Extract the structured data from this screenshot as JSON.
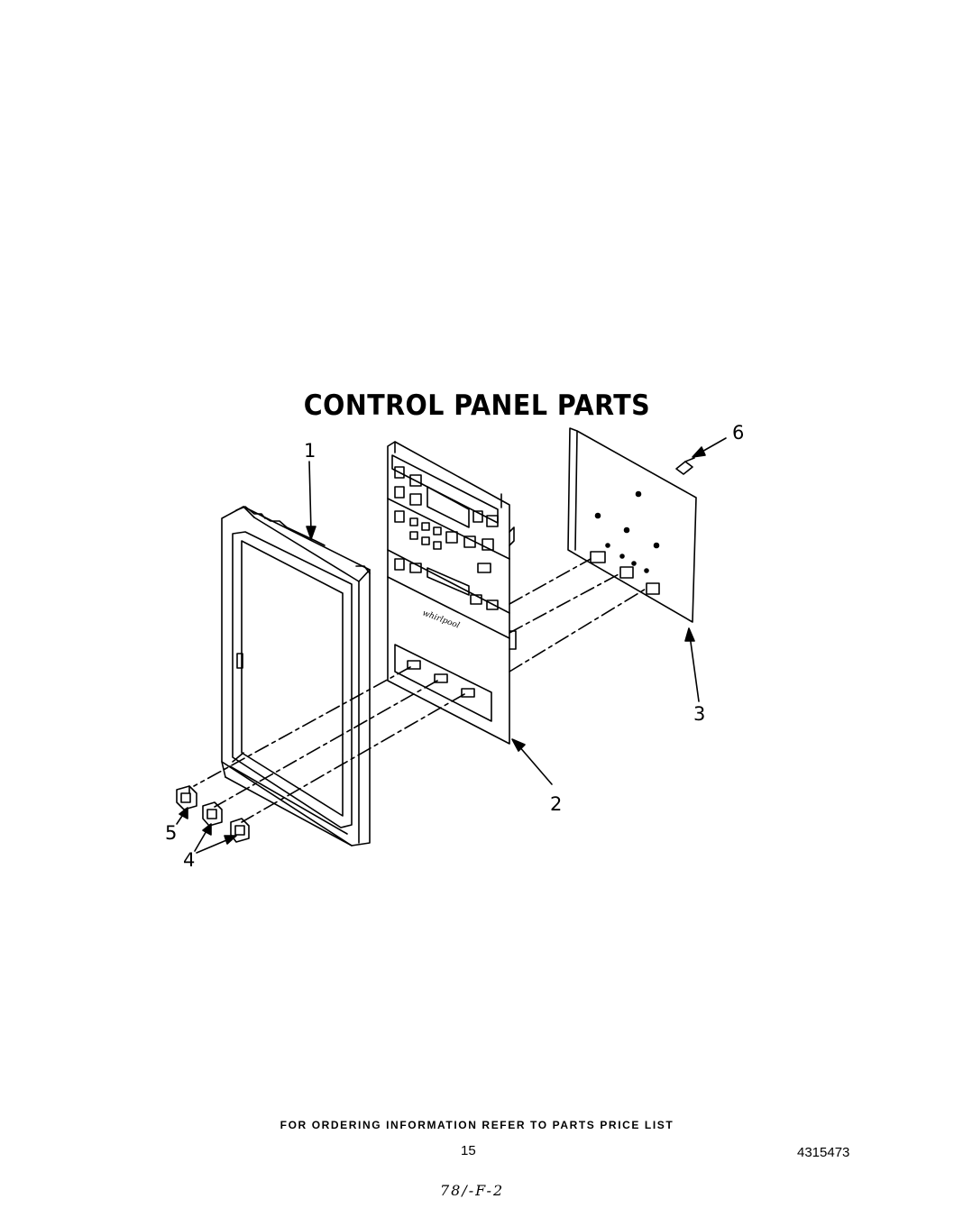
{
  "title": "CONTROL PANEL PARTS",
  "callouts": {
    "c1": "1",
    "c2": "2",
    "c3": "3",
    "c4": "4",
    "c5": "5",
    "c6": "6"
  },
  "footer": {
    "ordering_note": "FOR ORDERING INFORMATION REFER TO PARTS PRICE LIST",
    "page_number": "15",
    "document_number": "4315473",
    "handwritten_code": "78/-F-2"
  }
}
